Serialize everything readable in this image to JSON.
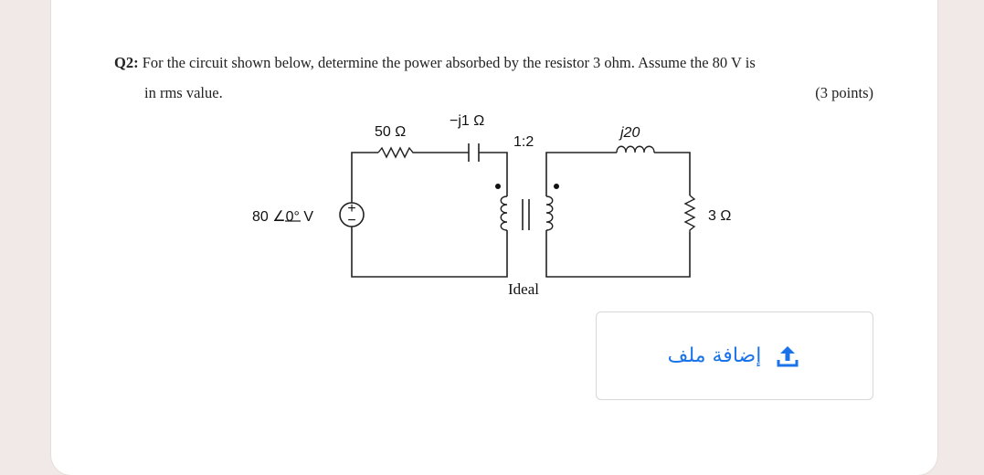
{
  "question": {
    "number": "Q2:",
    "text": " For the circuit shown below, determine the power absorbed by the resistor 3 ohm. Assume the 80 V is",
    "text_continued": "in rms value.",
    "points": "(3 points)"
  },
  "circuit": {
    "resistor_50_label": "50 Ω",
    "capacitor_label": "−j1 Ω",
    "ratio_label": "1:2",
    "inductor_label": "j20",
    "source_label": "80 ∠0° V",
    "resistor_3_label": "3 Ω",
    "transformer_label": "Ideal",
    "source_plus": "+",
    "source_minus": "−"
  },
  "upload": {
    "label": "إضافة ملف",
    "icon": "upload-icon",
    "accent": "#1a73e8"
  }
}
